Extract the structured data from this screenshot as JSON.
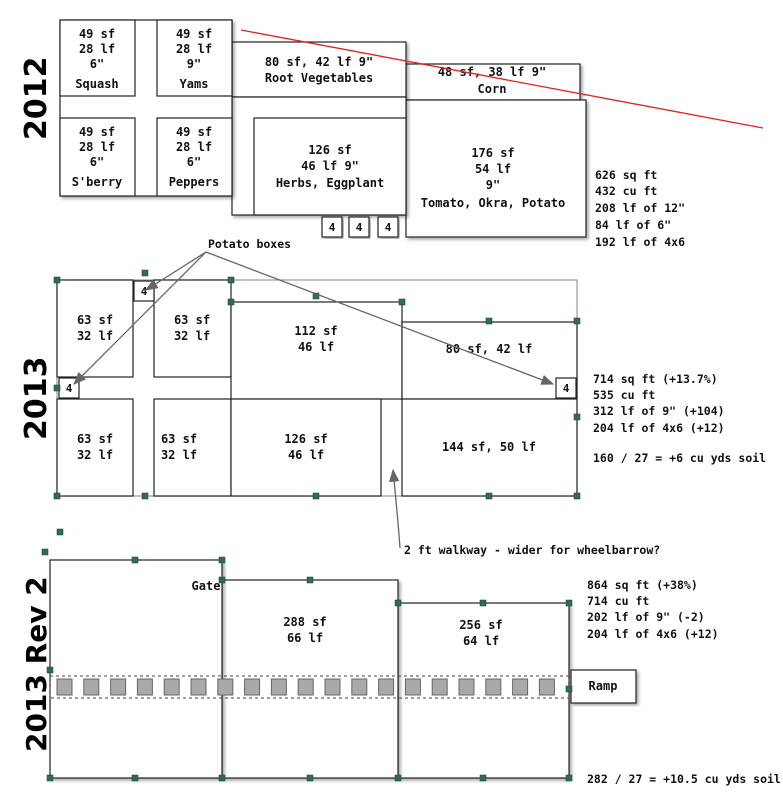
{
  "years": {
    "y2012": "2012",
    "y2013": "2013",
    "y2013rev2": "2013 Rev 2"
  },
  "plan2012": {
    "squash": [
      "49 sf",
      "28 lf",
      "6\"",
      "Squash"
    ],
    "yams": [
      "49 sf",
      "28 lf",
      "9\"",
      "Yams"
    ],
    "sberry": [
      "49 sf",
      "28 lf",
      "6\"",
      "S'berry"
    ],
    "peppers": [
      "49 sf",
      "28 lf",
      "6\"",
      "Peppers"
    ],
    "root": [
      "80 sf, 42 lf 9\"",
      "Root Vegetables"
    ],
    "corn": [
      "48 sf, 38 lf 9\"",
      "Corn"
    ],
    "herbs": [
      "126 sf",
      "46 lf 9\"",
      "Herbs, Eggplant"
    ],
    "tomato": [
      "176 sf",
      "54 lf",
      "9\"",
      "Tomato, Okra, Potato"
    ],
    "boxes": [
      "4",
      "4",
      "4"
    ],
    "totals": [
      "626 sq ft",
      "432 cu ft",
      "208 lf of 12\"",
      "84 lf of 6\"",
      "192 lf of 4x6"
    ]
  },
  "annotations": {
    "potato_boxes": "Potato boxes",
    "walkway": "2 ft walkway - wider for wheelbarrow?"
  },
  "plan2013": {
    "tl": [
      "63 sf",
      "32 lf"
    ],
    "tm": [
      "63 sf",
      "32 lf"
    ],
    "bl": [
      "63 sf",
      "32 lf"
    ],
    "bm": [
      "63 sf",
      "32 lf"
    ],
    "big_top": [
      "112 sf",
      "46 lf"
    ],
    "big_bot": [
      "126 sf",
      "46 lf"
    ],
    "right_top": "80 sf, 42 lf",
    "right_bot": "144 sf, 50 lf",
    "boxes": [
      "4",
      "4",
      "4"
    ],
    "totals": [
      "714 sq ft (+13.7%)",
      "535 cu ft",
      "312 lf of 9\" (+104)",
      "204 lf of 4x6 (+12)"
    ],
    "soil": "160 / 27 = +6 cu yds soil"
  },
  "plan2013rev2": {
    "gate": "Gate",
    "mid": [
      "288 sf",
      "66 lf"
    ],
    "right": [
      "256 sf",
      "64 lf"
    ],
    "ramp": "Ramp",
    "totals": [
      "864 sq ft (+38%)",
      "714 cu ft",
      "202 lf of 9\" (-2)",
      "204 lf of 4x6 (+12)"
    ],
    "soil": "282 / 27 = +10.5 cu yds soil"
  },
  "colors": {
    "line": "#222222",
    "handle": "#2e6e4e",
    "red_line": "#e0221a",
    "arrow": "#666666",
    "walk_box": "#a9a9a9"
  }
}
